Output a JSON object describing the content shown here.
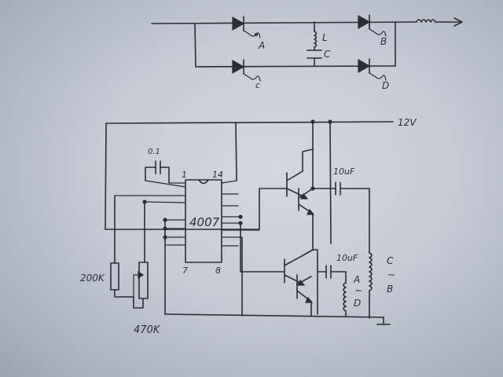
{
  "labels": {
    "top_a": "A",
    "top_b": "B",
    "top_c": "c",
    "top_d": "D",
    "top_l": "L",
    "top_cap": "C",
    "supply": "12V",
    "cap_01": "0.1",
    "ic_name": "4007",
    "pin_1": "1",
    "pin_14": "14",
    "pin_7": "7",
    "pin_8": "8",
    "cap_10uf_1": "10uF",
    "cap_10uf_2": "10uF",
    "res_200k": "200K",
    "pot_470k": "470K",
    "coil_c": "C",
    "coil_tilde_1": "~",
    "coil_b": "B",
    "coil_a": "A",
    "coil_tilde_2": "~",
    "coil_d": "D"
  },
  "colors": {
    "ink": "#2a2d33",
    "paper": "#c8ced8"
  }
}
